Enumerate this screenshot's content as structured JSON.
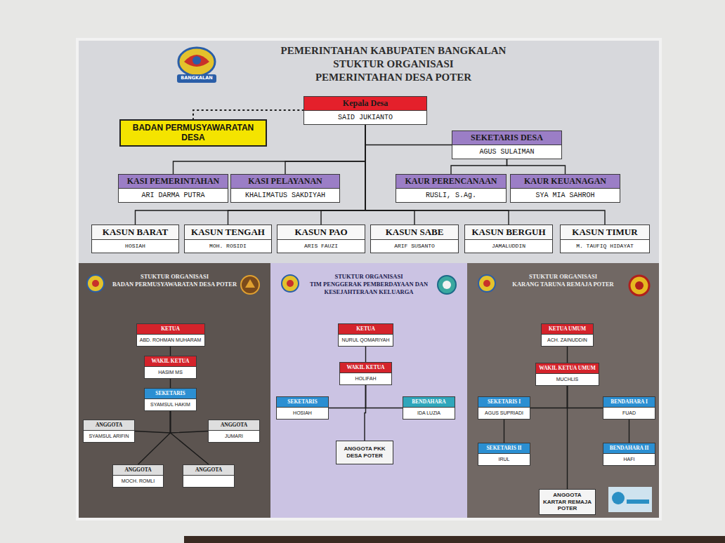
{
  "diagram": {
    "title": "PEMERINTAHAN KABUPATEN BANGKALAN",
    "nodes": [
      {
        "text": [
          "Kepala Desa",
          "SAID JUKIANTO"
        ]
      },
      {
        "text": [
          "BADAN PERMUSYAWARATAN DESA"
        ]
      },
      {
        "text": [
          "SEKETARIS DESA",
          "AGUS SULAIMAN"
        ]
      },
      {
        "text": [
          "KASI PEMERINTAHAN",
          "ARI DARMA PUTRA"
        ]
      },
      {
        "text": [
          "KASI PELAYANAN",
          "KHALIMATUS SAKDIYAH"
        ]
      },
      {
        "text": [
          "KAUR PERENCANAAN",
          "RUSLI, S.Ag."
        ]
      },
      {
        "text": [
          "KAUR KEUANAGAN",
          "SYA MIA SAHROH"
        ]
      },
      {
        "text": [
          "KASUN BARAT",
          "HOSIAH"
        ]
      },
      {
        "text": [
          "KASUN TENGAH",
          "MOH. ROSIDI"
        ]
      },
      {
        "text": [
          "KASUN PAO",
          "ARIS FAUZI"
        ]
      },
      {
        "text": [
          "KASUN SABE",
          "ARIF SUSANTO"
        ]
      },
      {
        "text": [
          "KASUN BERGUH",
          "JAMALUDDIN"
        ]
      },
      {
        "text": [
          "KASUN TIMUR",
          "M. TAUFIQ HIDAYAT"
        ]
      },
      {
        "text": [
          "STUKTUR ORGANISASI",
          "BADAN PERMUSYAWARATAN DESA POTER"
        ]
      },
      {
        "text": [
          "KETUA",
          "ABD. ROHMAN MUHARAM"
        ],
        "in": 13
      },
      {
        "text": [
          "WAKIL KETUA",
          "HASIM MS"
        ],
        "in": 13
      },
      {
        "text": [
          "SEKETARIS",
          "SYAMSUL HAKIM"
        ],
        "in": 13
      },
      {
        "text": [
          "ANGGOTA",
          "SYAMSUL ARIFIN"
        ],
        "in": 13
      },
      {
        "text": [
          "ANGGOTA",
          "JUMARI"
        ],
        "in": 13
      },
      {
        "text": [
          "ANGGOTA",
          "MOCH. ROMLI"
        ],
        "in": 13
      },
      {
        "text": [
          "ANGGOTA"
        ],
        "in": 13
      },
      {
        "text": [
          "STUKTUR ORGANISASI",
          "TIM PENGGERAK PEMBERDAYAAN DAN KESEJAHTERAAN KELUARGA"
        ]
      },
      {
        "text": [
          "KETUA",
          "NURUL QOMARIYAH"
        ],
        "in": 21
      },
      {
        "text": [
          "WAKIL KETUA",
          "HOLIFAH"
        ],
        "in": 21
      },
      {
        "text": [
          "SEKETARIS",
          "HOSIAH"
        ],
        "in": 21
      },
      {
        "text": [
          "BENDAHARA",
          "IDA LUZIA"
        ],
        "in": 21
      },
      {
        "text": [
          "ANGGOTA PKK DESA POTER"
        ],
        "in": 21
      },
      {
        "text": [
          "STUKTUR ORGANISASI",
          "KARANG TARUNA REMAJA POTER"
        ]
      },
      {
        "text": [
          "KETUA UMUM",
          "ACH. ZAINUDDIN"
        ],
        "in": 27
      },
      {
        "text": [
          "WAKIL KETUA UMUM",
          "MUCHLIS"
        ],
        "in": 27
      },
      {
        "text": [
          "SEKETARIS I",
          "AGUS SUPRIADI"
        ],
        "in": 27
      },
      {
        "text": [
          "BENDAHARA I",
          "FUAD"
        ],
        "in": 27
      },
      {
        "text": [
          "SEKETARIS II",
          "IRUL"
        ],
        "in": 27
      },
      {
        "text": [
          "BENDAHARA II",
          "HAFI"
        ],
        "in": 27
      },
      {
        "text": [
          "ANGGOTA KARTAR REMAJA POTER"
        ],
        "in": 27
      }
    ],
    "edges": [
      {
        "from": 0,
        "to": 1,
        "arrow": "none"
      },
      {
        "from": 0,
        "to": 2,
        "arrow": "none"
      },
      {
        "from": 0,
        "to": 3,
        "arrow": "none"
      },
      {
        "from": 0,
        "to": 4,
        "arrow": "none"
      },
      {
        "from": 2,
        "to": 5,
        "arrow": "none"
      },
      {
        "from": 2,
        "to": 6,
        "arrow": "none"
      },
      {
        "from": 0,
        "to": 7,
        "arrow": "none"
      },
      {
        "from": 0,
        "to": 8,
        "arrow": "none"
      },
      {
        "from": 0,
        "to": 9,
        "arrow": "none"
      },
      {
        "from": 0,
        "to": 10,
        "arrow": "none"
      },
      {
        "from": 0,
        "to": 11,
        "arrow": "none"
      },
      {
        "from": 0,
        "to": 12,
        "arrow": "none"
      },
      {
        "from": 14,
        "to": 15,
        "arrow": "none"
      },
      {
        "from": 15,
        "to": 16,
        "arrow": "none"
      },
      {
        "from": 16,
        "to": 17,
        "arrow": "none"
      },
      {
        "from": 16,
        "to": 18,
        "arrow": "none"
      },
      {
        "from": 16,
        "to": 19,
        "arrow": "none"
      },
      {
        "from": 16,
        "to": 20,
        "arrow": "none"
      },
      {
        "from": 22,
        "to": 23,
        "arrow": "none"
      },
      {
        "from": 23,
        "to": 24,
        "arrow": "none"
      },
      {
        "from": 23,
        "to": 25,
        "arrow": "none"
      },
      {
        "from": 23,
        "to": 26,
        "arrow": "none"
      },
      {
        "from": 28,
        "to": 29,
        "arrow": "none"
      },
      {
        "from": 29,
        "to": 30,
        "arrow": "none"
      },
      {
        "from": 29,
        "to": 31,
        "arrow": "none"
      },
      {
        "from": 30,
        "to": 32,
        "arrow": "none"
      },
      {
        "from": 31,
        "to": 33,
        "arrow": "none"
      },
      {
        "from": 29,
        "to": 34,
        "arrow": "none"
      }
    ],
    "labels": [
      "STUKTUR ORGANISASI",
      "PEMERINTAHAN DESA POTER",
      "BANGKALAN"
    ]
  }
}
